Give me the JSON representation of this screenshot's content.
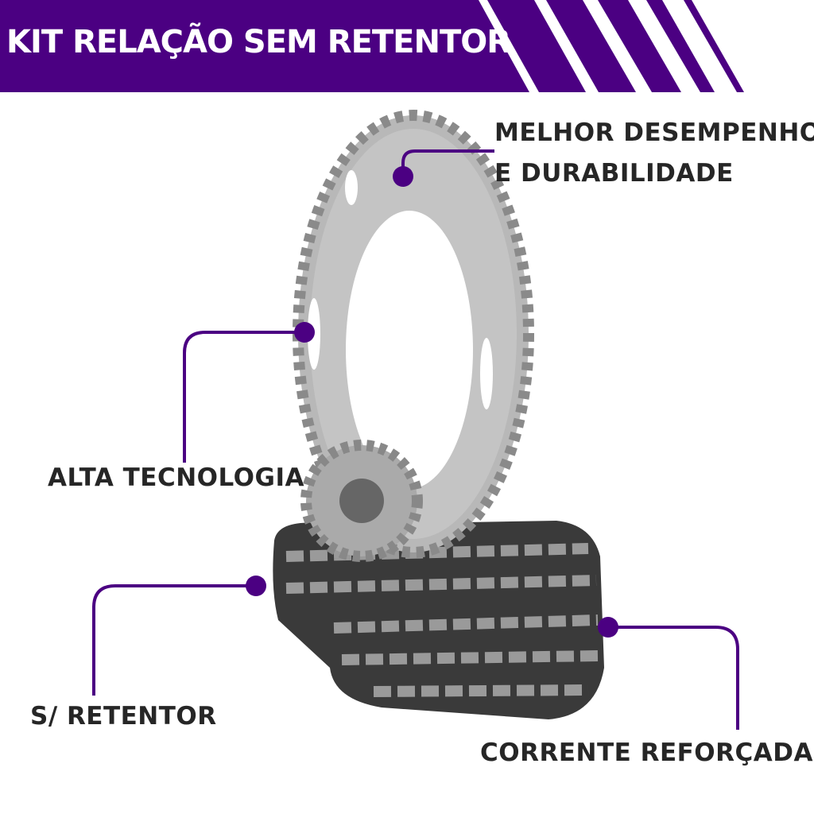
{
  "header": {
    "title": "KIT RELAÇÃO SEM RETENTOR"
  },
  "callouts": {
    "performance": {
      "line1": "MELHOR DESEMPENHO",
      "line2": "E DURABILIDADE"
    },
    "technology": "ALTA TECNOLOGIA",
    "seal": "S/ RETENTOR",
    "chain": "CORRENTE REFORÇADA"
  },
  "colors": {
    "accent": "#4b0082",
    "text": "#262626"
  }
}
